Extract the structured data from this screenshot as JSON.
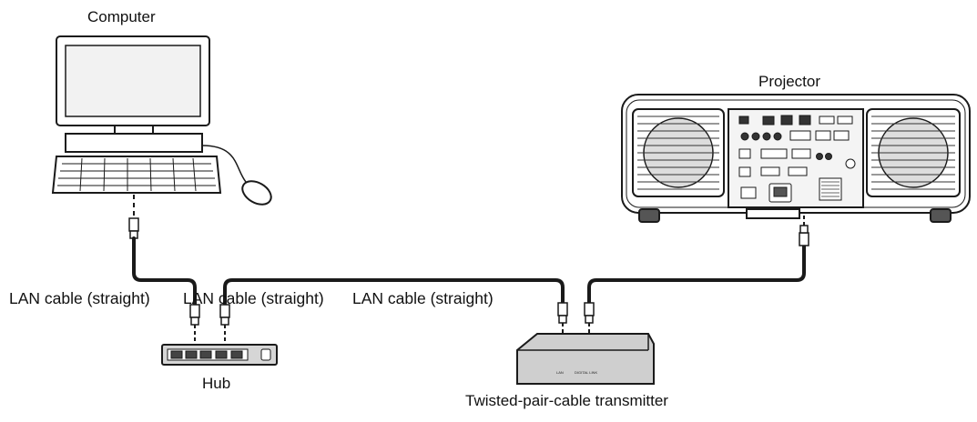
{
  "labels": {
    "computer": "Computer",
    "projector": "Projector",
    "lan_cable_1": "LAN cable (straight)",
    "lan_cable_2": "LAN cable (straight)",
    "lan_cable_3": "LAN cable (straight)",
    "hub": "Hub",
    "transmitter": "Twisted-pair-cable transmitter",
    "tx_port_lan": "LAN",
    "tx_port_dt": "DIGITAL LINK"
  },
  "colors": {
    "line": "#1a1a1a",
    "device_fill": "#ffffff",
    "device_grey": "#d6d6d6",
    "transmitter_fill": "#cfcfcf",
    "screen": "#f2f2f2"
  }
}
